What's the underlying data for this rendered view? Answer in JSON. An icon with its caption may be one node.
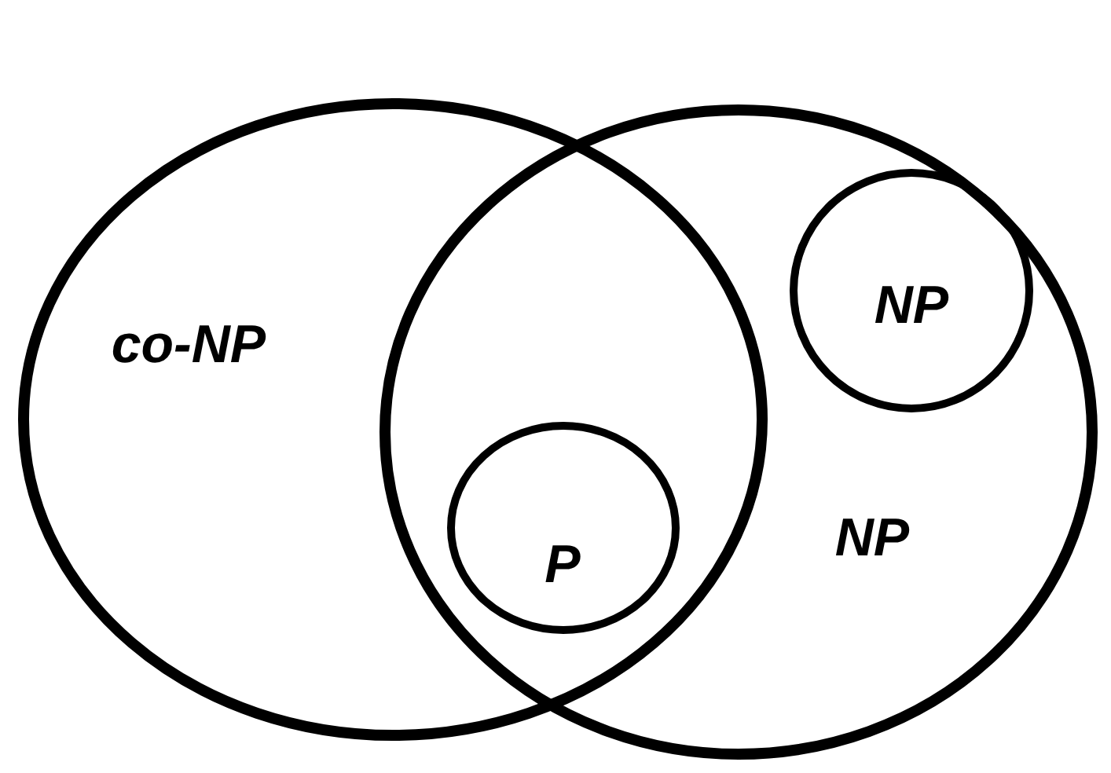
{
  "diagram": {
    "nodes": [
      {
        "text": [
          "co-NP"
        ]
      },
      {
        "text": [
          "NP"
        ]
      },
      {
        "text": [
          "NP"
        ],
        "in": 1
      },
      {
        "text": [
          "P"
        ]
      }
    ]
  }
}
